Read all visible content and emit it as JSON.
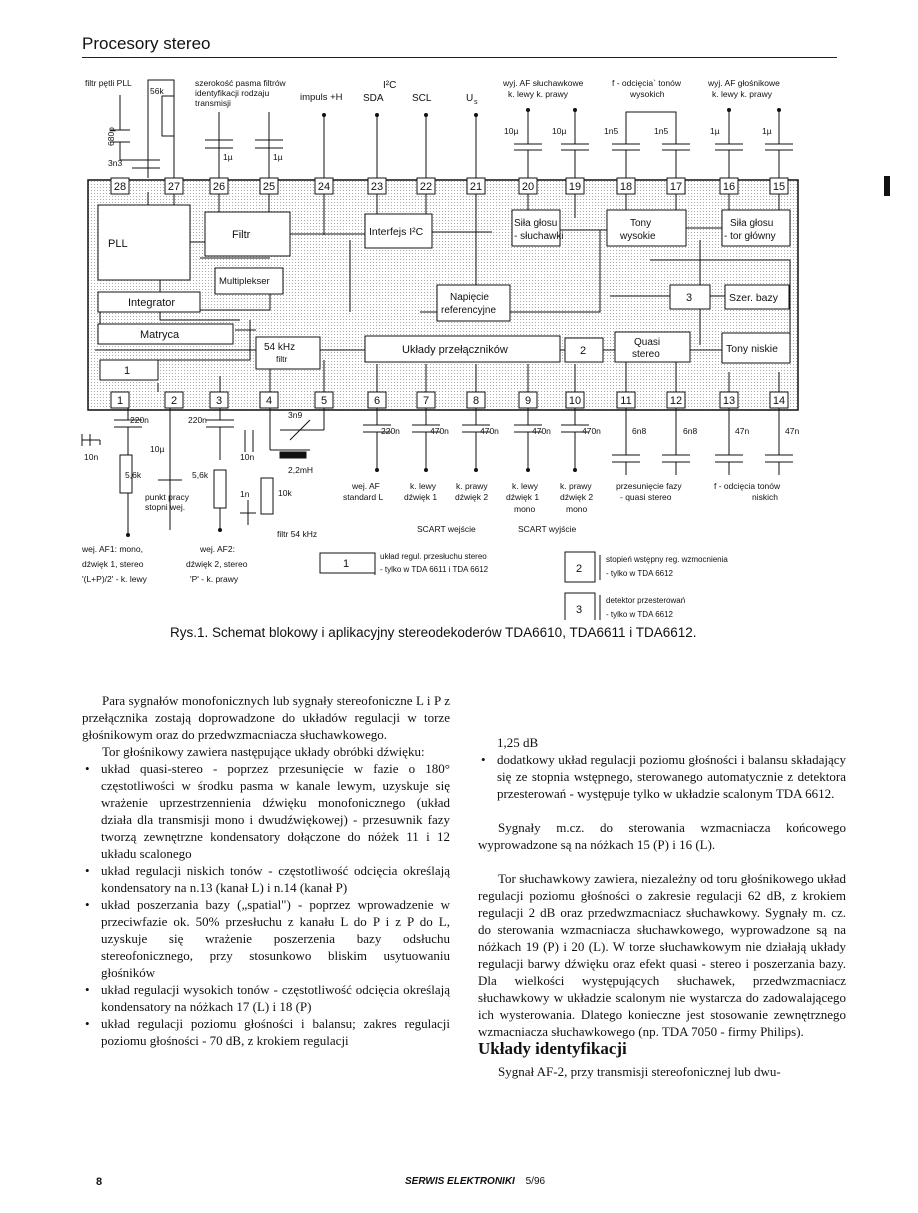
{
  "header": {
    "section": "Procesory stereo"
  },
  "figure": {
    "caption": "Rys.1. Schemat blokowy i aplikacyjny stereodekoderów TDA6610, TDA6611 i TDA6612.",
    "top_labels": {
      "filter_pll": "filtr pętli PLL",
      "r56k": "56k",
      "c680p": "680p",
      "c3n3": "3n3",
      "bandwidth_1": "szerokość pasma filtrów",
      "bandwidth_2": "identyfikacji rodzaju",
      "bandwidth_3": "transmisji",
      "impuls": "impuls +H",
      "i2c": "I²C",
      "sda": "SDA",
      "scl": "SCL",
      "us": "U",
      "us_sub": "s",
      "af_head_1": "wyj. AF słuchawkowe",
      "af_head_2": "k. lewy   k. prawy",
      "treble_1": "f - odcięcia` tonów",
      "treble_2": "wysokich",
      "af_spk_1": "wyj. AF głośnikowe",
      "af_spk_2": "k. lewy   k. prawy",
      "c1u_a": "1µ",
      "c1u_b": "1µ",
      "c10u_a": "10µ",
      "c10u_b": "10µ",
      "c1n5_a": "1n5",
      "c1n5_b": "1n5",
      "c1u_c": "1µ",
      "c1u_d": "1µ"
    },
    "top_pins": [
      "28",
      "27",
      "26",
      "25",
      "24",
      "23",
      "22",
      "21",
      "20",
      "19",
      "18",
      "17",
      "16",
      "15"
    ],
    "bottom_pins": [
      "1",
      "2",
      "3",
      "4",
      "5",
      "6",
      "7",
      "8",
      "9",
      "10",
      "11",
      "12",
      "13",
      "14"
    ],
    "blocks": {
      "pll": "PLL",
      "filtr": "Filtr",
      "multiplekser": "Multiplekser",
      "integrator": "Integrator",
      "matryca": "Matryca",
      "box1": "1",
      "f54_1": "54 kHz",
      "f54_2": "filtr",
      "interfejs": "Interfejs I²C",
      "napiecie_1": "Napięcie",
      "napiecie_2": "referencyjne",
      "sila_s_1": "Siła głosu",
      "sila_s_2": "- słuchawki",
      "tony_w_1": "Tony",
      "tony_w_2": "wysokie",
      "sila_g_1": "Siła głosu",
      "sila_g_2": "- tor główny",
      "box3": "3",
      "szer_bazy": "Szer. bazy",
      "przelacznikow": "Układy przełączników",
      "box2": "2",
      "quasi_1": "Quasi",
      "quasi_2": "stereo",
      "tony_n": "Tony niskie"
    },
    "bottom_labels": {
      "c220n_a": "220n",
      "c220n_b": "220n",
      "c10n_a": "10n",
      "c10u": "10µ",
      "c10n_b": "10n",
      "c3n9": "3n9",
      "l22": "2,2mH",
      "r56k_a": "5,6k",
      "r56k_b": "5,6k",
      "c1n": "1n",
      "r10k": "10k",
      "punkt_1": "punkt pracy",
      "punkt_2": "stopni wej.",
      "filtr54": "filtr 54 kHz",
      "c220n_c": "220n",
      "c470n_a": "470n",
      "c470n_b": "470n",
      "c470n_c": "470n",
      "c470n_d": "470n",
      "c6n8_a": "6n8",
      "c6n8_b": "6n8",
      "c47n_a": "47n",
      "c47n_b": "47n",
      "wej_af1_1": "wej. AF1: mono,",
      "wej_af1_2": "dźwięk 1, stereo",
      "wej_af1_3": "'(L+P)/2' - k. lewy",
      "wej_af2_1": "wej. AF2:",
      "wej_af2_2": "dźwięk 2, stereo",
      "wej_af2_3": "'P' - k. prawy",
      "wej_af_1": "wej. AF",
      "wej_af_2": "standard L",
      "klewy_1": "k. lewy",
      "klewy_1b": "dźwięk 1",
      "kprawy_1": "k. prawy",
      "kprawy_1b": "dźwięk 2",
      "klewy_2": "k. lewy",
      "klewy_2b": "dźwięk 1",
      "klewy_2c": "mono",
      "kprawy_2": "k. prawy",
      "kprawy_2b": "dźwięk 2",
      "kprawy_2c": "mono",
      "faza_1": "przesunięcie fazy",
      "faza_2": "- quasi stereo",
      "basy_1": "f - odcięcia tonów",
      "basy_2": "niskich",
      "scart_in": "SCART wejście",
      "scart_out": "SCART wyjście"
    },
    "legend": [
      {
        "num": "1",
        "line1": "układ regul. przesłuchu stereo",
        "line2": "- tylko w TDA 6611 i TDA 6612"
      },
      {
        "num": "2",
        "line1": "stopień wstępny reg. wzmocnienia",
        "line2": "- tylko w TDA 6612"
      },
      {
        "num": "3",
        "line1": "detektor przesterowań",
        "line2": "- tylko w TDA 6612"
      }
    ]
  },
  "text": {
    "left_p1": "Para sygnałów monofonicznych lub sygnały stereofoniczne L i P z przełącznika zostają doprowadzone do układów regulacji w torze głośnikowym oraz do przedwzmacniacza słuchawkowego.",
    "left_p2": "Tor głośnikowy zawiera następujące układy obróbki dźwięku:",
    "left_bullets": [
      "układ quasi-stereo - poprzez przesunięcie w fazie o 180° częstotliwości w środku pasma w kanale lewym, uzyskuje się wrażenie uprzestrzennienia dźwięku monofonicznego (układ działa dla transmisji mono i dwudźwiękowej) - przesuwnik fazy tworzą zewnętrzne kondensatory dołączone do nóżek 11 i 12 układu scalonego",
      "układ regulacji niskich tonów - częstotliwość odcięcia określają kondensatory na n.13 (kanał L) i n.14 (kanał P)",
      "układ poszerzania bazy („spatial\") - poprzez wprowadzenie w przeciwfazie ok. 50% przesłuchu z kanału L do P i z P do L, uzyskuje się wrażenie poszerzenia bazy odsłuchu stereofonicznego, przy stosunkowo bliskim usytuowaniu głośników",
      "układ regulacji wysokich tonów - częstotliwość odcięcia określają kondensatory na nóżkach 17 (L) i 18 (P)",
      "układ regulacji poziomu głośności i balansu; zakres regulacji poziomu głośności - 70 dB, z krokiem regulacji"
    ],
    "right_p1": "1,25 dB",
    "right_bullet": "dodatkowy układ regulacji poziomu głośności i balansu składający się ze stopnia wstępnego, sterowanego automatycznie z detektora przesterowań - występuje tylko w układzie scalonym TDA 6612.",
    "right_p2": "Sygnały m.cz. do sterowania wzmacniacza końcowego wyprowadzone są na nóżkach 15 (P) i 16 (L).",
    "right_p3": "Tor słuchawkowy zawiera, niezależny od toru głośnikowego układ regulacji poziomu głośności o zakresie regulacji 62 dB, z krokiem regulacji 2 dB oraz przedwzmacniacz słuchawkowy. Sygnały m. cz. do sterowania wzmacniacza słuchawkowego, wyprowadzone są na nóżkach 19 (P) i 20 (L). W torze słuchawkowym nie działają układy regulacji barwy dźwięku oraz efekt quasi - stereo i poszerzania bazy. Dla wielkości występujących słuchawek, przedwzmacniacz słuchawkowy w układzie scalonym nie wystarcza do zadowalającego ich wysterowania. Dlatego konieczne jest stosowanie zewnętrznego wzmacniacza słuchawkowego (np. TDA 7050 - firmy Philips).",
    "heading": "Układy identyfikacji",
    "right_p4": "Sygnał AF-2, przy transmisji stereofonicznej lub dwu-"
  },
  "footer": {
    "page": "8",
    "magazine": "SERWIS ELEKTRONIKI",
    "issue": "5/96"
  }
}
